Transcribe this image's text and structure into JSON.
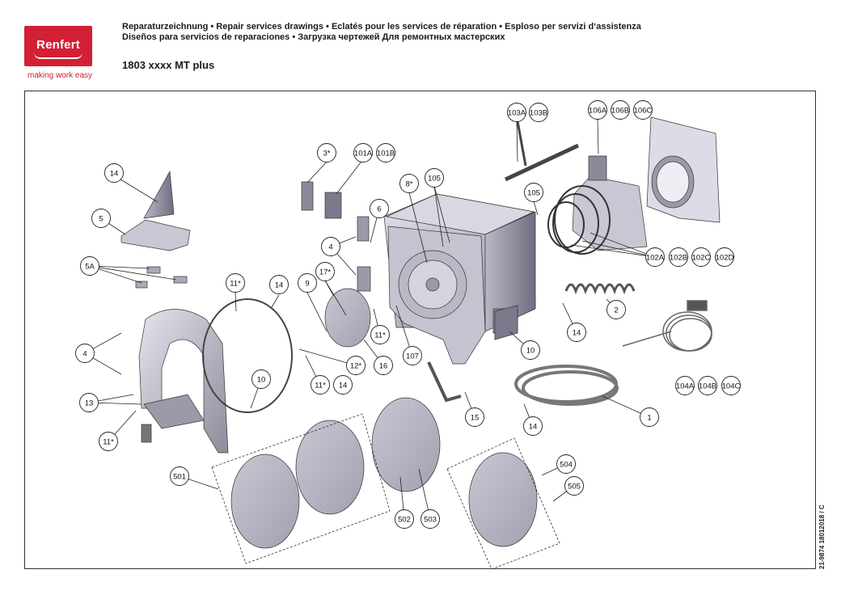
{
  "brand": {
    "name": "Renfert",
    "tagline": "making work easy",
    "color": "#d42034"
  },
  "header": {
    "line1": "Reparaturzeichnung  •  Repair services drawings  •  Eclatés pour les services de réparation  •  Esploso per servizi d‘assistenza",
    "line2": "Diseños para servicios de reparaciones  •  Загрузка чертежей Для ремонтных мастерских"
  },
  "model": "1803 xxxx  MT plus",
  "doc_code": "21-9874  18012018 / C",
  "callouts": [
    {
      "label": "103A"
    },
    {
      "label": "103B"
    },
    {
      "label": "106A"
    },
    {
      "label": "106B"
    },
    {
      "label": "106C"
    },
    {
      "label": "3*"
    },
    {
      "label": "101A"
    },
    {
      "label": "101B"
    },
    {
      "label": "8*"
    },
    {
      "label": "105"
    },
    {
      "label": "105"
    },
    {
      "label": "14"
    },
    {
      "label": "5"
    },
    {
      "label": "6"
    },
    {
      "label": "4"
    },
    {
      "label": "17*"
    },
    {
      "label": "5A"
    },
    {
      "label": "11*"
    },
    {
      "label": "14"
    },
    {
      "label": "9"
    },
    {
      "label": "102A"
    },
    {
      "label": "102B"
    },
    {
      "label": "102C"
    },
    {
      "label": "102D"
    },
    {
      "label": "2"
    },
    {
      "label": "11*"
    },
    {
      "label": "107"
    },
    {
      "label": "14"
    },
    {
      "label": "4"
    },
    {
      "label": "16"
    },
    {
      "label": "12*"
    },
    {
      "label": "10"
    },
    {
      "label": "11*"
    },
    {
      "label": "14"
    },
    {
      "label": "10"
    },
    {
      "label": "104A"
    },
    {
      "label": "104B"
    },
    {
      "label": "104C"
    },
    {
      "label": "13"
    },
    {
      "label": "15"
    },
    {
      "label": "1"
    },
    {
      "label": "14"
    },
    {
      "label": "11*"
    },
    {
      "label": "504"
    },
    {
      "label": "501"
    },
    {
      "label": "505"
    },
    {
      "label": "502"
    },
    {
      "label": "503"
    }
  ]
}
